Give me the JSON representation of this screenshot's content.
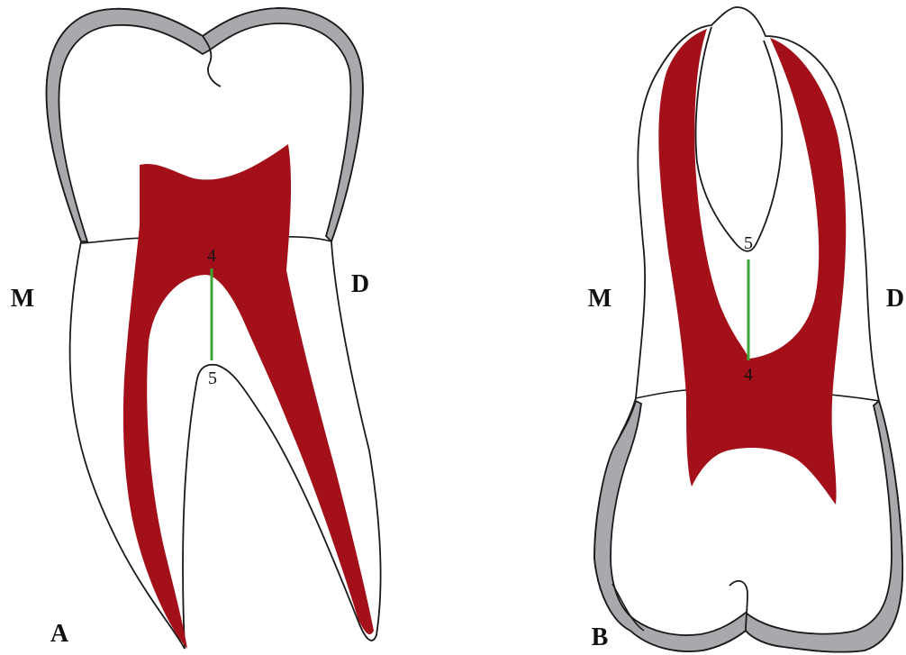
{
  "colors": {
    "enamel": "#a7a9ac",
    "dentin": "#ffffff",
    "pulp": "#a4101a",
    "measure_line": "#3fa535",
    "outline": "#1a1a1a"
  },
  "figure_a": {
    "letter": "A",
    "left_side": "M",
    "right_side": "D",
    "top_point": "4",
    "bottom_point": "5"
  },
  "figure_b": {
    "letter": "B",
    "left_side": "M",
    "right_side": "D",
    "top_point": "5",
    "bottom_point": "4"
  }
}
